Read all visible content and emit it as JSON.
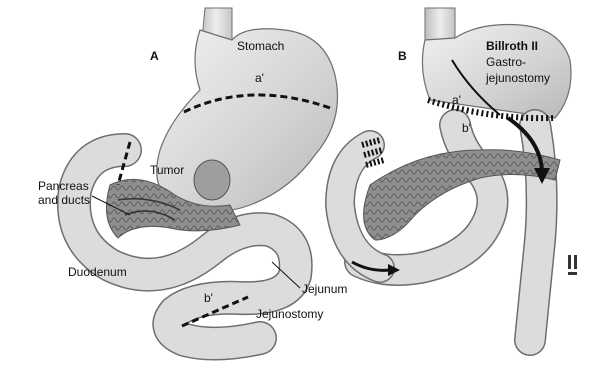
{
  "panels": {
    "a": {
      "letter": "A",
      "labels": {
        "stomach": "Stomach",
        "a_prime": "a'",
        "tumor": "Tumor",
        "pancreas_line1": "Pancreas",
        "pancreas_line2": "and ducts",
        "duodenum": "Duodenum",
        "jejunum": "Jejunum",
        "b_prime": "b'",
        "jejunostomy": "Jejunostomy"
      }
    },
    "b": {
      "letter": "B",
      "labels": {
        "title_line1": "Billroth II",
        "title_line2": "Gastro-",
        "title_line3": "jejunostomy",
        "a_prime": "a'",
        "b_prime": "b'"
      }
    }
  },
  "colors": {
    "organ_fill": "#d4d4d4",
    "organ_light": "#ececec",
    "pancreas": "#8a8a8a",
    "outline": "#6e6e6e",
    "dashes": "#111111"
  }
}
